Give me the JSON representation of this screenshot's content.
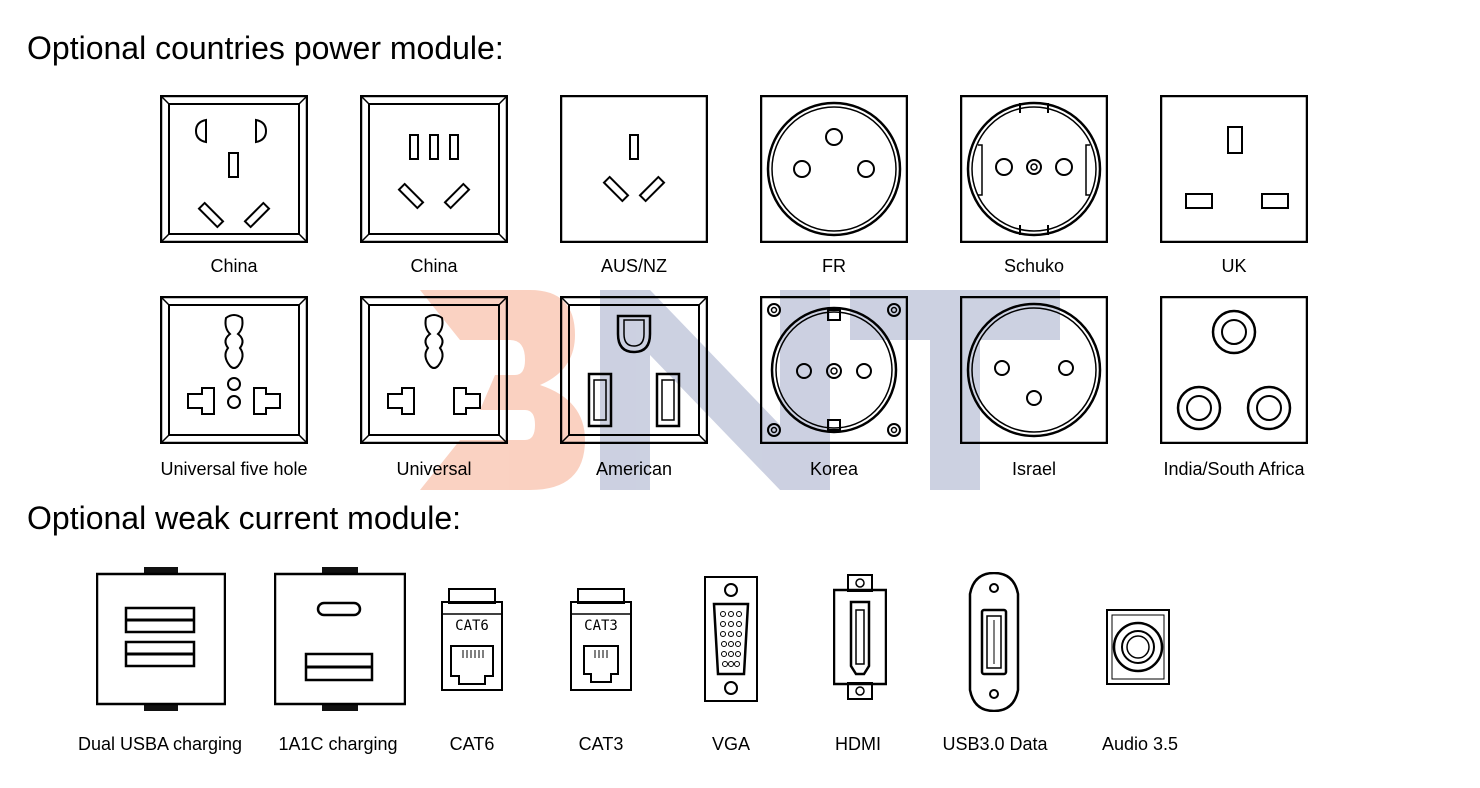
{
  "power_section": {
    "title": "Optional countries power module:",
    "items": [
      {
        "label": "China"
      },
      {
        "label": "China"
      },
      {
        "label": "AUS/NZ"
      },
      {
        "label": "FR"
      },
      {
        "label": "Schuko"
      },
      {
        "label": "UK"
      },
      {
        "label": "Universal five hole"
      },
      {
        "label": "Universal"
      },
      {
        "label": "American"
      },
      {
        "label": "Korea"
      },
      {
        "label": "Israel"
      },
      {
        "label": "India/South Africa"
      }
    ]
  },
  "weak_section": {
    "title": "Optional weak current module:",
    "items": [
      {
        "label": "Dual USBA charging"
      },
      {
        "label": "1A1C charging"
      },
      {
        "label": "CAT6",
        "jack_text": "CAT6"
      },
      {
        "label": "CAT3",
        "jack_text": "CAT3"
      },
      {
        "label": "VGA"
      },
      {
        "label": "HDMI"
      },
      {
        "label": "USB3.0 Data"
      },
      {
        "label": "Audio 3.5"
      }
    ]
  },
  "watermark": {
    "text": "BNT",
    "colors": [
      "#f6b29a",
      "#a8b0cc"
    ]
  }
}
